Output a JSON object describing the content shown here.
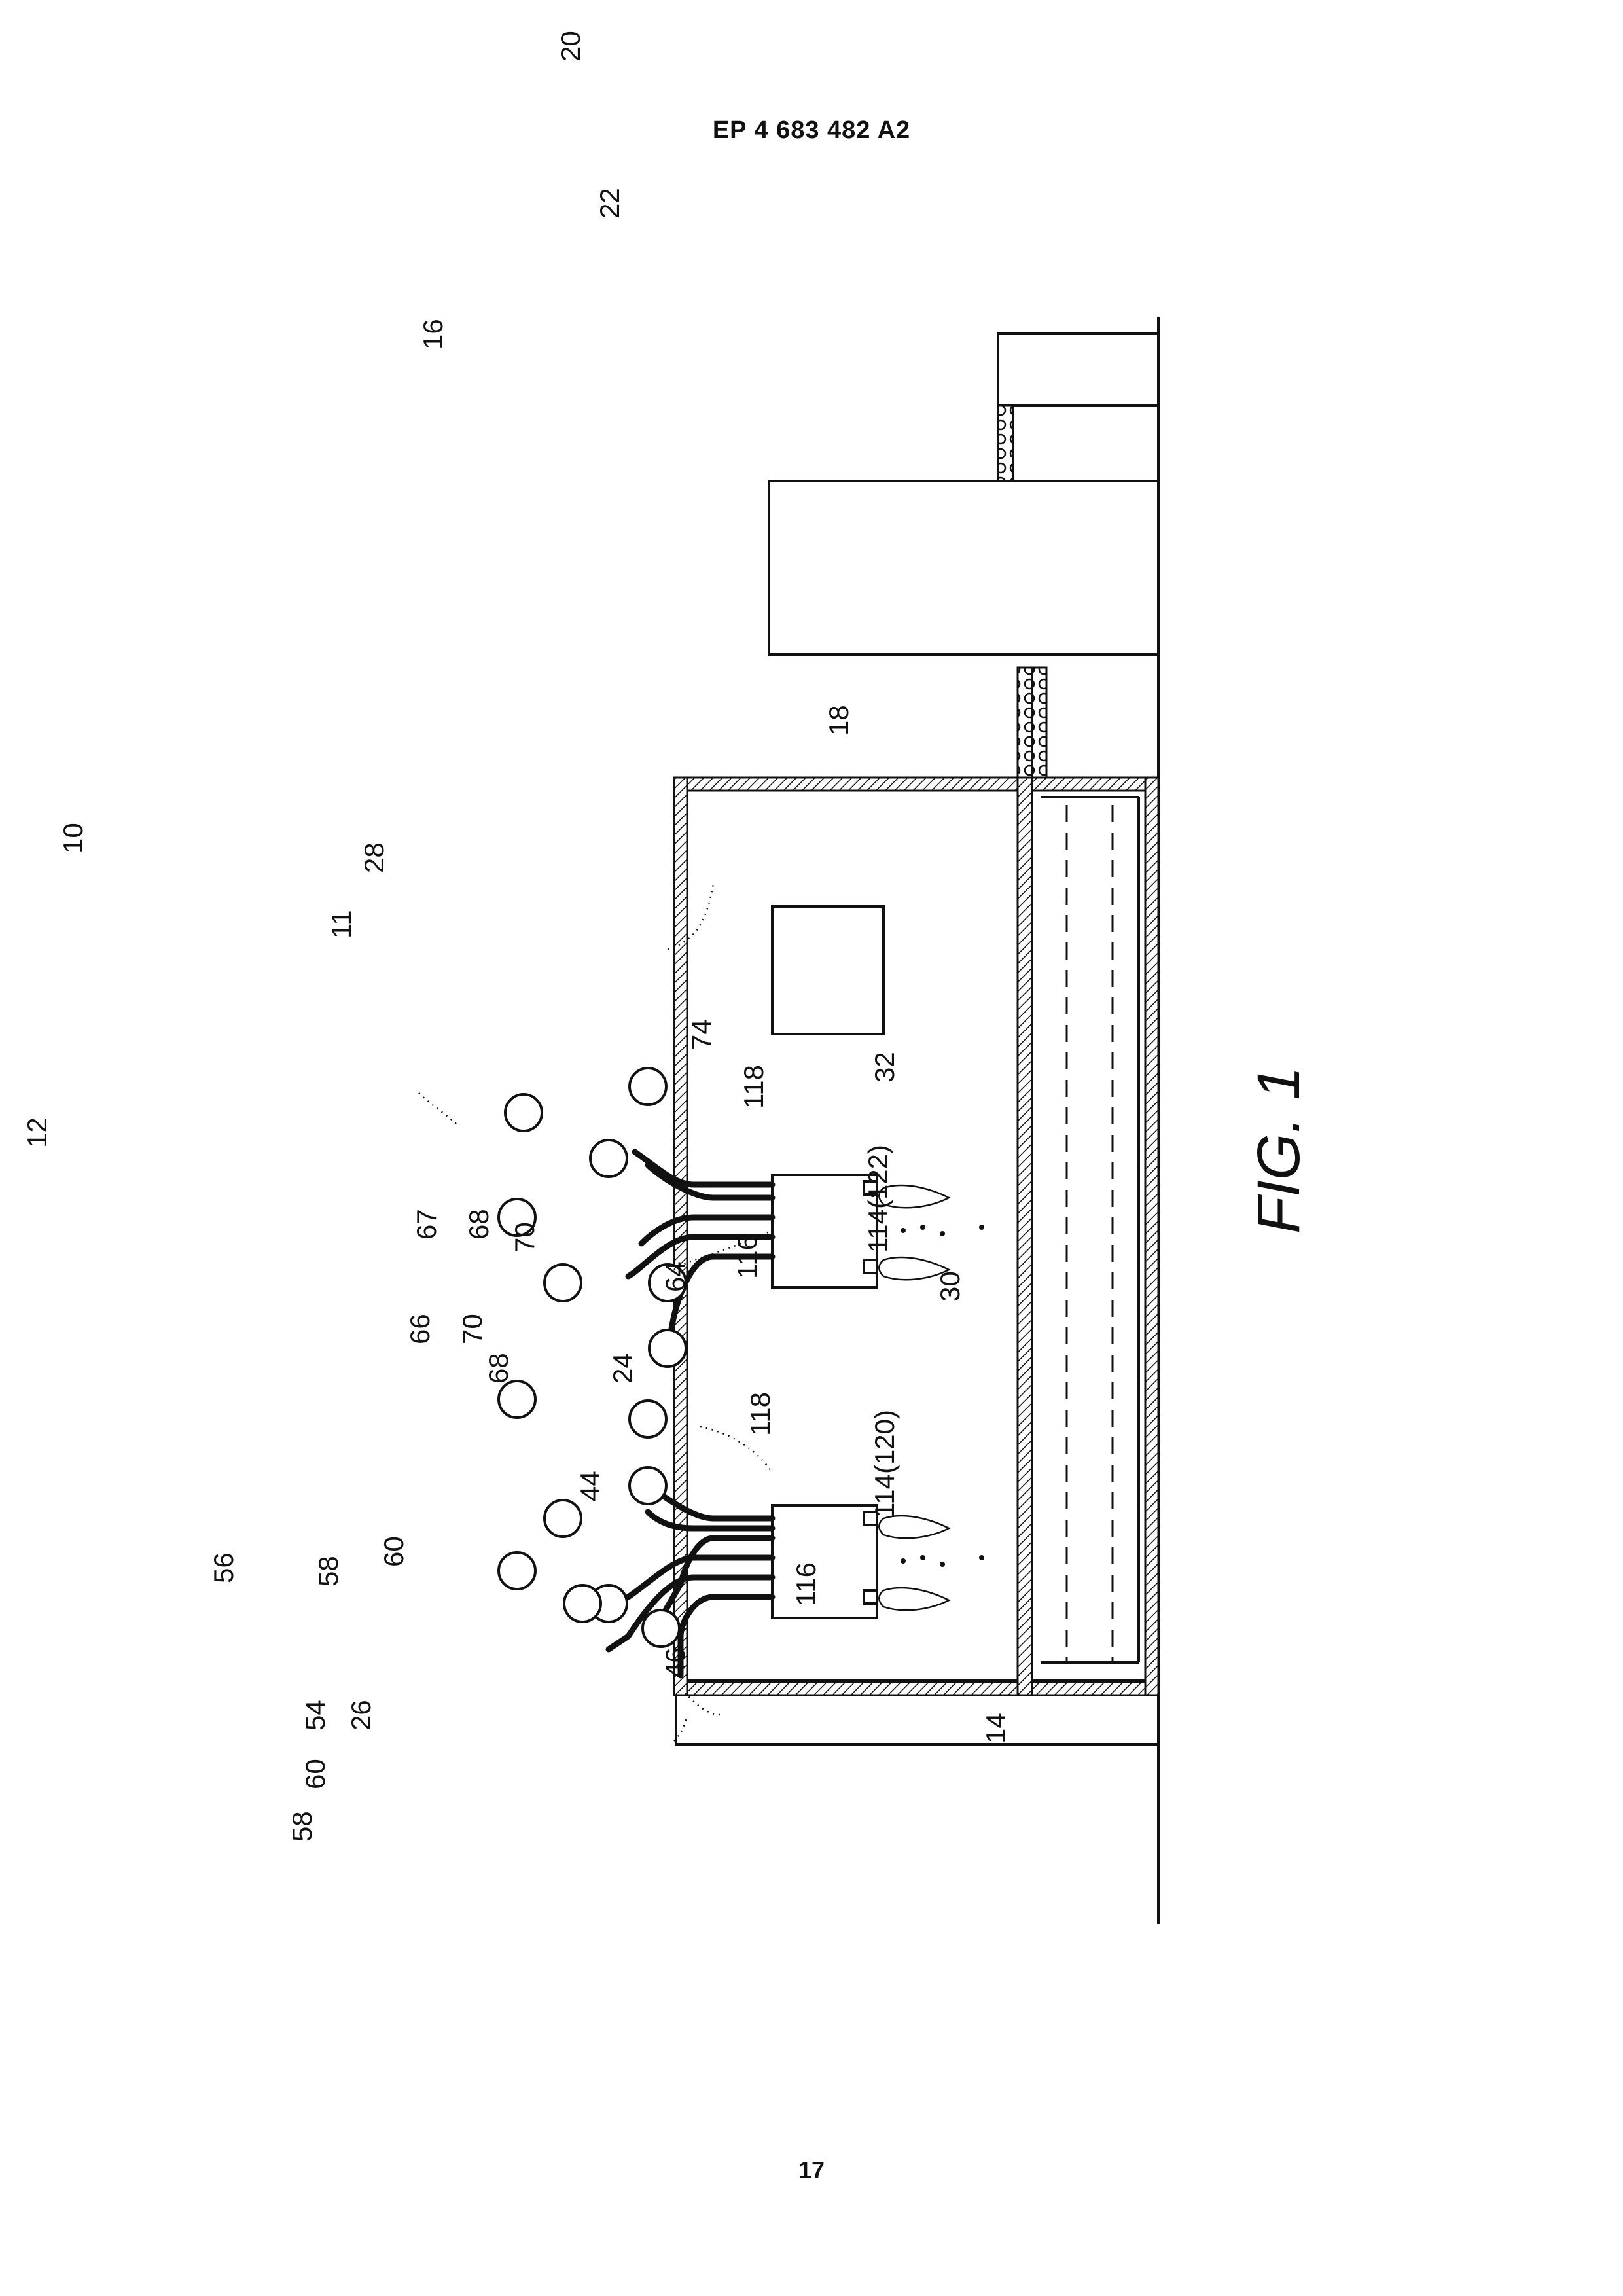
{
  "header": {
    "publication_number": "EP 4 683 482 A2"
  },
  "footer": {
    "page_number": "17"
  },
  "figure": {
    "caption": "FIG. 1",
    "reference_numerals": {
      "r10": "10",
      "r11": "11",
      "r12": "12",
      "r14": "14",
      "r16": "16",
      "r18": "18",
      "r20": "20",
      "r22": "22",
      "r24": "24",
      "r26": "26",
      "r28": "28",
      "r30": "30",
      "r32": "32",
      "r44": "44",
      "r46": "46",
      "r54": "54",
      "r56": "56",
      "r58a": "58",
      "r58b": "58",
      "r60a": "60",
      "r60b": "60",
      "r64": "64",
      "r66": "66",
      "r67": "67",
      "r68a": "68",
      "r68b": "68",
      "r70a": "70",
      "r70b": "70",
      "r74": "74",
      "r116a": "116",
      "r116b": "116",
      "r118a": "118",
      "r118b": "118",
      "r114a": "114(120)",
      "r114b": "114(122)"
    }
  }
}
